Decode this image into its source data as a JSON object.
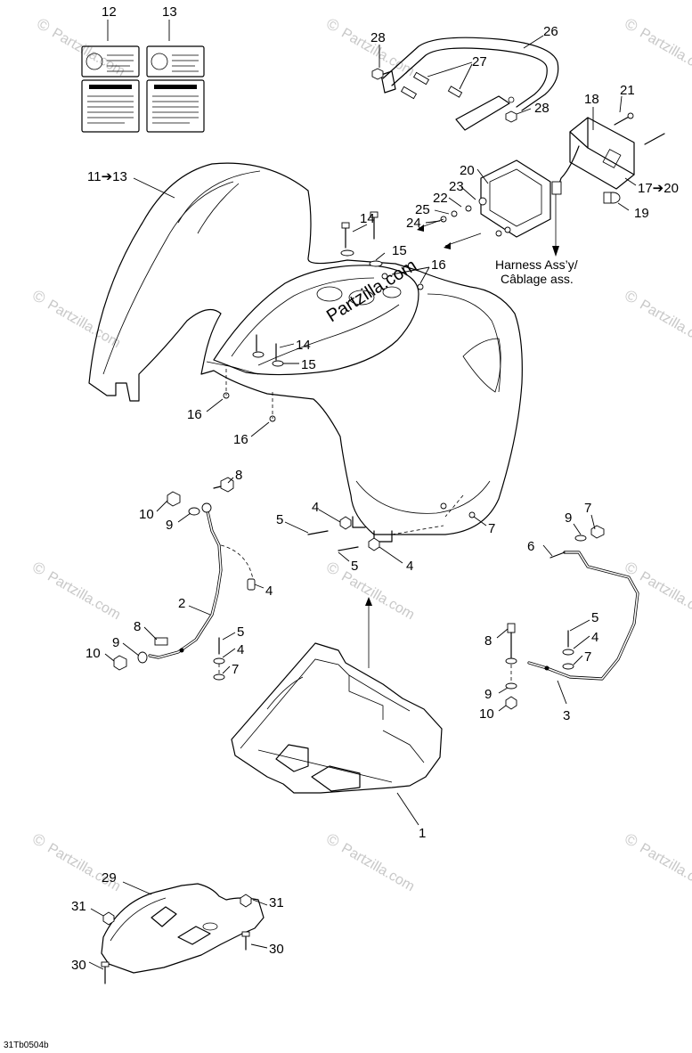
{
  "watermark": {
    "symbol": "©",
    "text": "Partzilla.com",
    "center_text": "Partzilla.com"
  },
  "labels": {
    "p1": "1",
    "p2": "2",
    "p3": "3",
    "p4a": "4",
    "p4b": "4",
    "p4c": "4",
    "p4d": "4",
    "p4e": "4",
    "p5a": "5",
    "p5b": "5",
    "p5c": "5",
    "p5d": "5",
    "p6": "6",
    "p7a": "7",
    "p7b": "7",
    "p7c": "7",
    "p7d": "7",
    "p8a": "8",
    "p8b": "8",
    "p8c": "8",
    "p9a": "9",
    "p9b": "9",
    "p9c": "9",
    "p9d": "9",
    "p10a": "10",
    "p10b": "10",
    "p10c": "10",
    "p11_13": "11➔13",
    "p12": "12",
    "p13": "13",
    "p14a": "14",
    "p14b": "14",
    "p15a": "15",
    "p15b": "15",
    "p16a": "16",
    "p16b": "16",
    "p16c": "16",
    "p17_20": "17➔20",
    "p18": "18",
    "p19": "19",
    "p20": "20",
    "p21": "21",
    "p22": "22",
    "p23": "23",
    "p24": "24",
    "p25": "25",
    "p26": "26",
    "p27": "27",
    "p28a": "28",
    "p28b": "28",
    "p29": "29",
    "p30a": "30",
    "p30b": "30",
    "p31a": "31",
    "p31b": "31"
  },
  "harness_note": {
    "line1": "Harness Ass’y/",
    "line2": "Câblage ass."
  },
  "drawing_code": "31Tb0504b"
}
